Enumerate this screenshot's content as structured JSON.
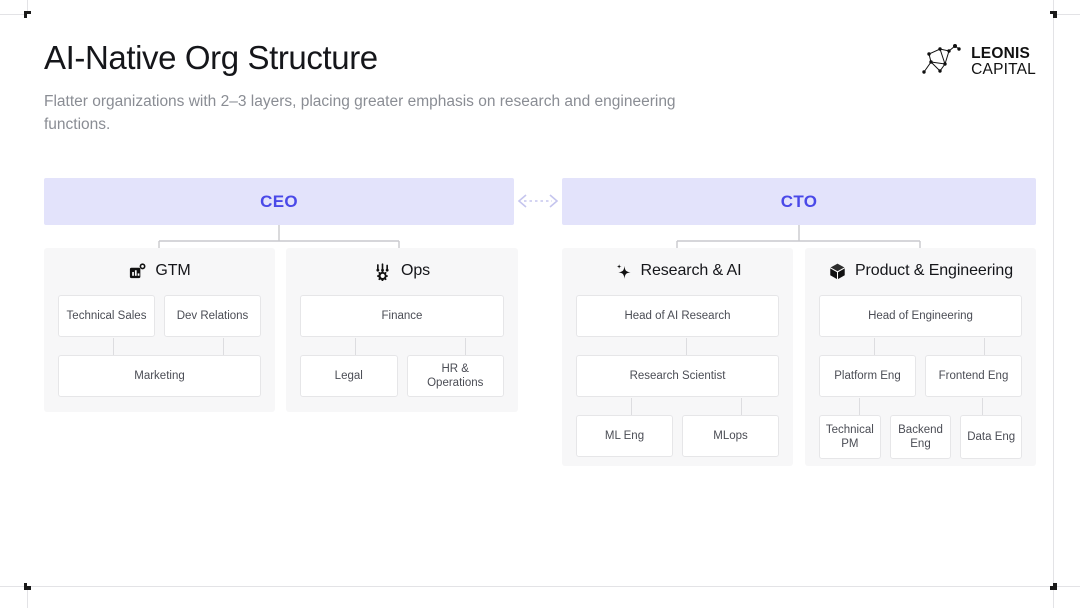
{
  "slide": {
    "title": "AI-Native Org Structure",
    "subtitle": "Flatter organizations with 2–3 layers, placing greater emphasis on research and engineering functions."
  },
  "logo": {
    "mark": "leo-constellation-icon",
    "line1": "LEONIS",
    "line2": "CAPITAL"
  },
  "colors": {
    "exec_bar_bg": "#e3e3fb",
    "exec_bar_text": "#4a49e8",
    "card_bg": "#f7f7f8",
    "role_border": "#e6e6e8",
    "connector": "#c9c9cd",
    "subtitle_text": "#8a8d94"
  },
  "executives": [
    {
      "id": "ceo",
      "label": "CEO"
    },
    {
      "id": "cto",
      "label": "CTO"
    }
  ],
  "exec_link": {
    "style": "dashed-double-arrow",
    "icon": "bidirectional-dashed-arrow-icon"
  },
  "departments": [
    {
      "id": "gtm",
      "title": "GTM",
      "icon": "bar-chart-insights-icon",
      "reports_to": "ceo",
      "rows": [
        {
          "roles": [
            "Technical Sales",
            "Dev Relations"
          ]
        },
        {
          "roles": [
            "Marketing"
          ]
        }
      ]
    },
    {
      "id": "ops",
      "title": "Ops",
      "icon": "settings-sliders-gear-icon",
      "reports_to": "ceo",
      "rows": [
        {
          "roles": [
            "Finance"
          ]
        },
        {
          "roles": [
            "Legal",
            "HR & Operations"
          ]
        }
      ]
    },
    {
      "id": "research-ai",
      "title": "Research & AI",
      "icon": "sparkle-icon",
      "reports_to": "cto",
      "rows": [
        {
          "roles": [
            "Head of AI Research"
          ]
        },
        {
          "roles": [
            "Research Scientist"
          ]
        },
        {
          "roles": [
            "ML Eng",
            "MLops"
          ]
        }
      ]
    },
    {
      "id": "product-engineering",
      "title": "Product & Engineering",
      "icon": "cube-box-icon",
      "reports_to": "cto",
      "rows": [
        {
          "roles": [
            "Head of Engineering"
          ]
        },
        {
          "roles": [
            "Platform Eng",
            "Frontend Eng"
          ]
        },
        {
          "roles": [
            "Technical PM",
            "Backend Eng",
            "Data Eng"
          ]
        }
      ]
    }
  ]
}
